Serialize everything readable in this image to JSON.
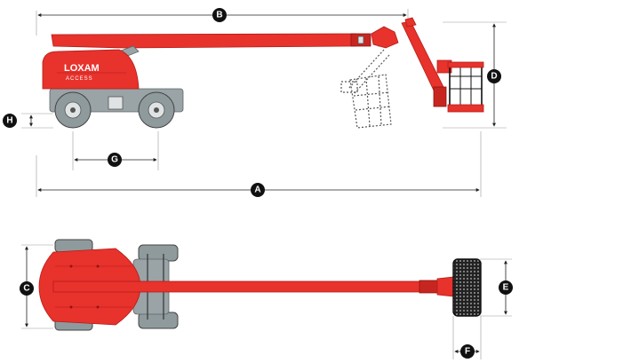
{
  "brand": {
    "name": "LOXAM",
    "sub": "ACCESS"
  },
  "dimensions": [
    {
      "key": "A",
      "label": "A"
    },
    {
      "key": "B",
      "label": "B"
    },
    {
      "key": "C",
      "label": "C"
    },
    {
      "key": "D",
      "label": "D"
    },
    {
      "key": "E",
      "label": "E"
    },
    {
      "key": "F",
      "label": "F"
    },
    {
      "key": "G",
      "label": "G"
    },
    {
      "key": "H",
      "label": "H"
    }
  ]
}
